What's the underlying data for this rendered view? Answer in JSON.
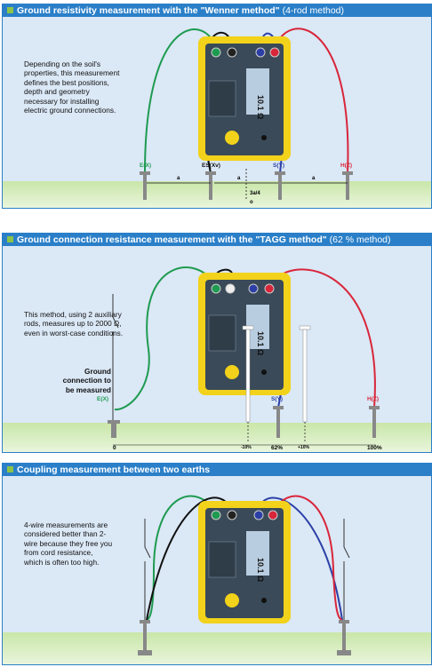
{
  "panel1": {
    "title_bold": "Ground resistivity measurement with the \"Wenner method\"",
    "title_suffix": "(4-rod method)",
    "description": "Depending on the soil's properties, this measurement defines the best positions, depth and geometry necessary for installing electric ground connections.",
    "rods": {
      "e": "E(X)",
      "es": "ES(Xv)",
      "s": "S(Y)",
      "h": "H(Z)"
    },
    "spacing_label": "a",
    "depth_label": "3a/4",
    "depth_marker": "o",
    "display_value": "10.1 Ω"
  },
  "panel2": {
    "title_bold": "Ground connection resistance measurement with the \"TAGG method\"",
    "title_suffix": "(62 % method)",
    "description": "This method, using 2 auxiliary rods, measures up to 2000 Ω, even in worst-case conditions.",
    "ground_label": "Ground connection to be measured",
    "rods": {
      "e": "E(X)",
      "s": "S(Y)",
      "h": "H(Z)"
    },
    "scale": {
      "zero": "0",
      "minus": "-10%",
      "mid": "62%",
      "plus": "+10%",
      "full": "100%"
    },
    "display_value": "10.1 Ω"
  },
  "panel3": {
    "title_bold": "Coupling measurement between two earths",
    "description": "4-wire measurements are considered better than 2-wire because they free you from cord resistance, which is often too high.",
    "display_value": "10.1 Ω"
  },
  "colors": {
    "header": "#2a7fc8",
    "device": "#f2d21a",
    "green_wire": "#1e9b50",
    "black_wire": "#111111",
    "blue_wire": "#2b3fa6",
    "red_wire": "#d8263a"
  }
}
